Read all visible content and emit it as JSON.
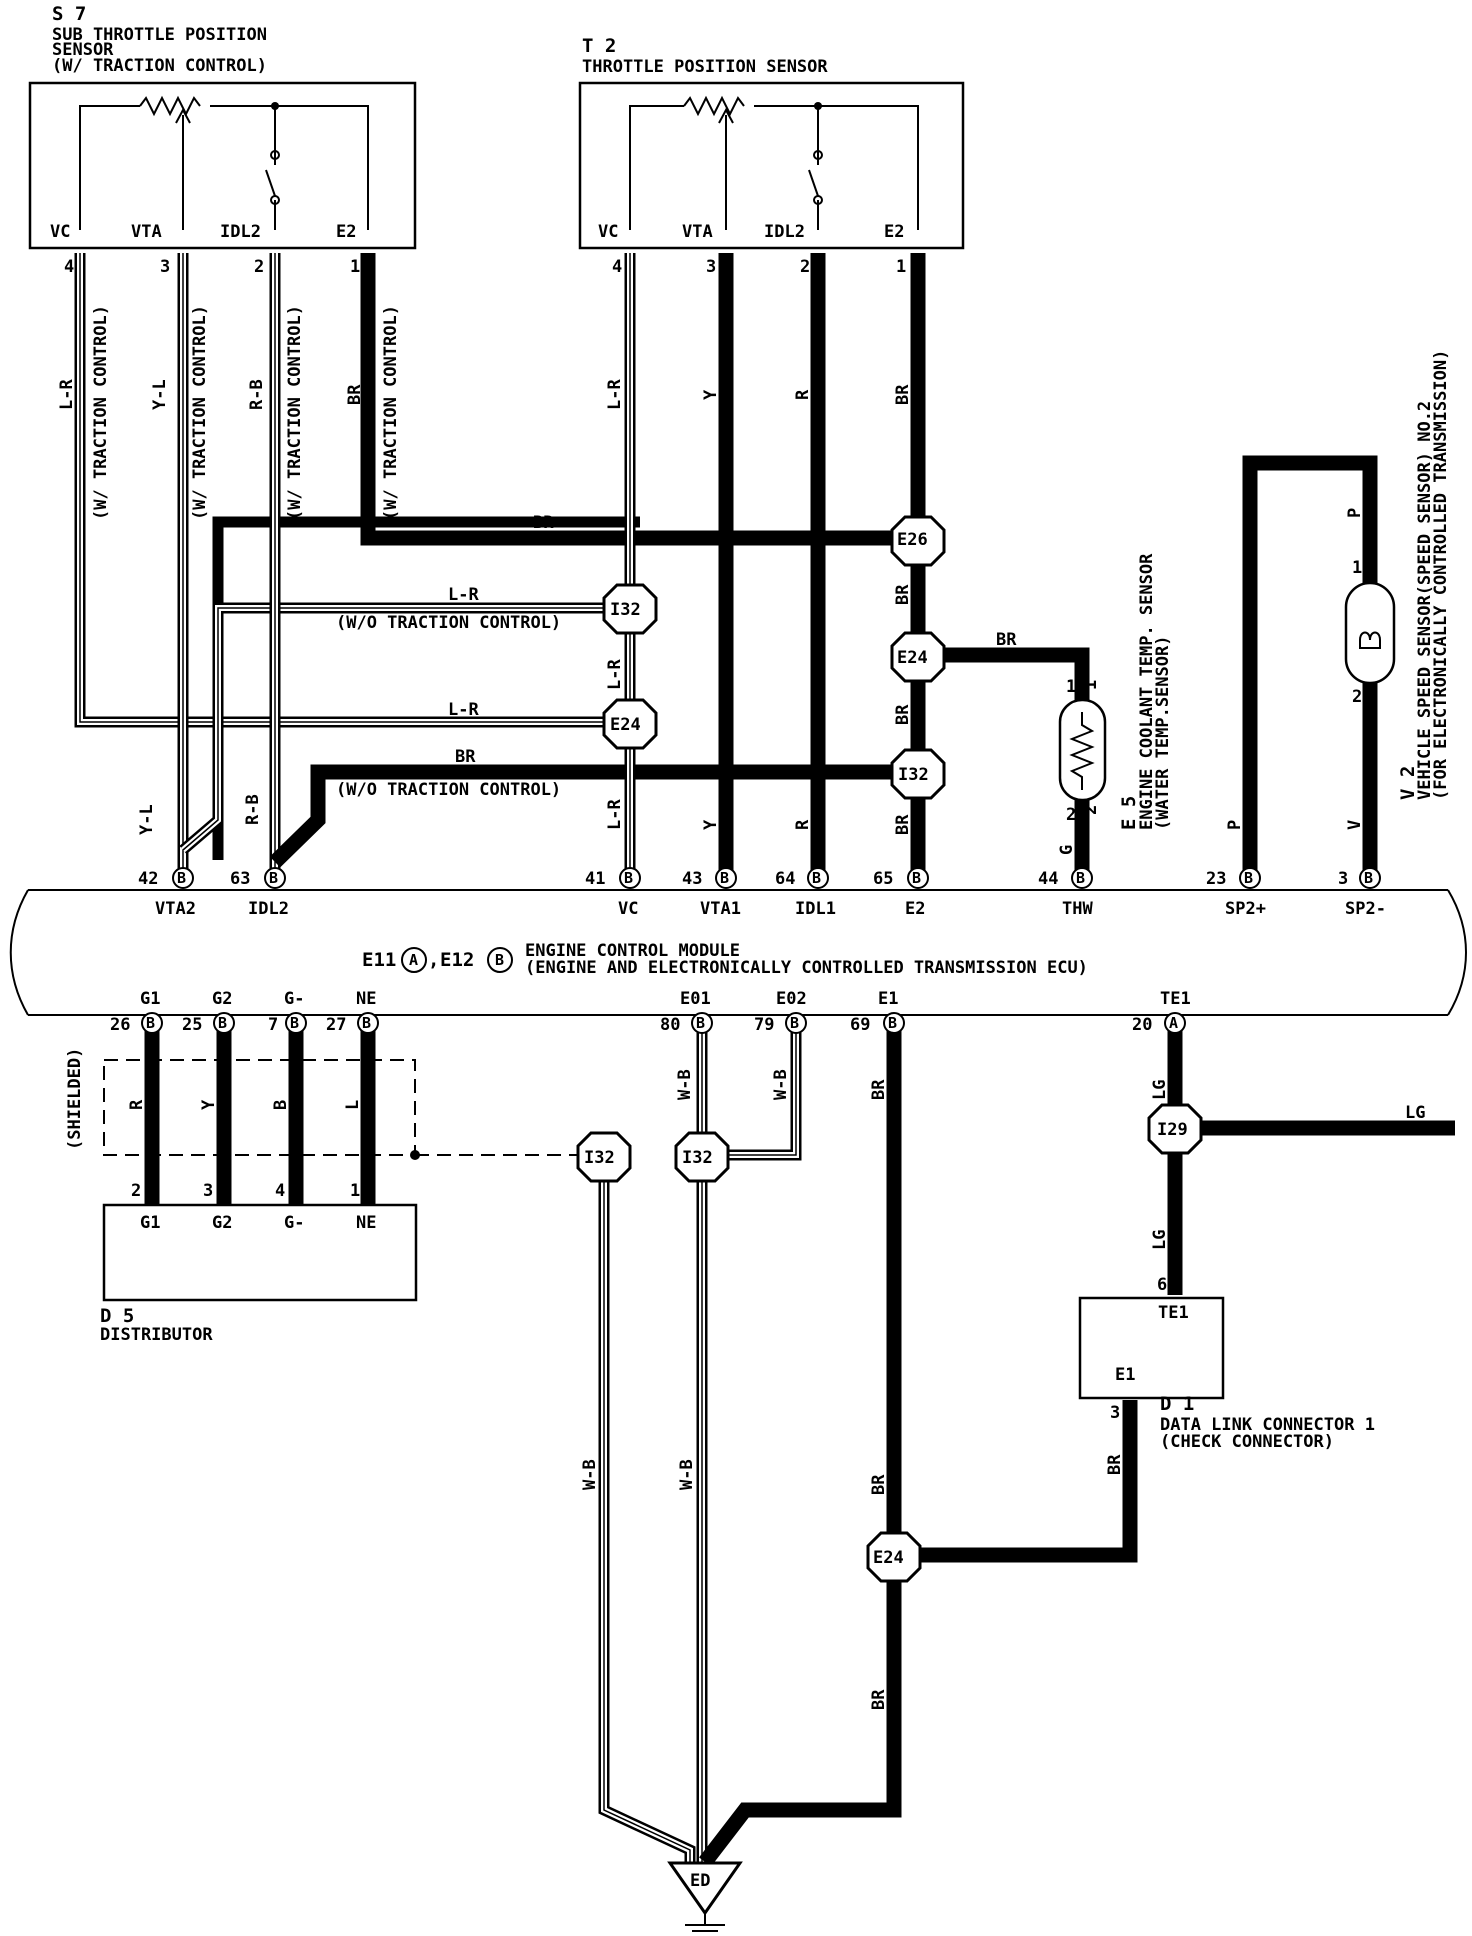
{
  "ecm": {
    "id": "E11",
    "conn_a": "A",
    "sep": ",",
    "id2": "E12",
    "conn_b": "B",
    "title": "ENGINE CONTROL MODULE",
    "subtitle": "(ENGINE AND ELECTRONICALLY CONTROLLED TRANSMISSION ECU)"
  },
  "components": {
    "s7": {
      "id": "S 7",
      "name1": "SUB THROTTLE POSITION",
      "name2": "SENSOR",
      "name3": "(W/ TRACTION CONTROL)",
      "pins": [
        "VC",
        "VTA",
        "IDL2",
        "E2"
      ]
    },
    "t2": {
      "id": "T 2",
      "name": "THROTTLE POSITION SENSOR",
      "pins": [
        "VC",
        "VTA",
        "IDL2",
        "E2"
      ]
    },
    "e5": {
      "id": "E 5",
      "name1": "ENGINE COOLANT TEMP. SENSOR",
      "name2": "(WATER TEMP.SENSOR)"
    },
    "v2": {
      "id": "V 2",
      "name1": "VEHICLE SPEED SENSOR(SPEED SENSOR) NO.2",
      "name2": "(FOR ELECTRONICALLY CONTROLLED TRANSMISSION)"
    },
    "d5": {
      "id": "D 5",
      "name": "DISTRIBUTOR",
      "pins": [
        "G1",
        "G2",
        "G-",
        "NE"
      ]
    },
    "d1": {
      "id": "D 1",
      "name1": "DATA LINK CONNECTOR 1",
      "name2": "(CHECK CONNECTOR)",
      "pin_te1": "TE1",
      "pin_e1": "E1"
    }
  },
  "top_pins": [
    {
      "num": "42",
      "conn": "B",
      "name": "VTA2"
    },
    {
      "num": "63",
      "conn": "B",
      "name": "IDL2"
    },
    {
      "num": "41",
      "conn": "B",
      "name": "VC"
    },
    {
      "num": "43",
      "conn": "B",
      "name": "VTA1"
    },
    {
      "num": "64",
      "conn": "B",
      "name": "IDL1"
    },
    {
      "num": "65",
      "conn": "B",
      "name": "E2"
    },
    {
      "num": "44",
      "conn": "B",
      "name": "THW"
    },
    {
      "num": "23",
      "conn": "B",
      "name": "SP2+"
    },
    {
      "num": "3",
      "conn": "B",
      "name": "SP2-"
    }
  ],
  "bottom_pins": [
    {
      "num": "26",
      "conn": "B",
      "name": "G1"
    },
    {
      "num": "25",
      "conn": "B",
      "name": "G2"
    },
    {
      "num": "7",
      "conn": "B",
      "name": "G-"
    },
    {
      "num": "27",
      "conn": "B",
      "name": "NE"
    },
    {
      "num": "80",
      "conn": "B",
      "name": "E01"
    },
    {
      "num": "79",
      "conn": "B",
      "name": "E02"
    },
    {
      "num": "69",
      "conn": "B",
      "name": "E1"
    },
    {
      "num": "20",
      "conn": "A",
      "name": "TE1"
    }
  ],
  "splices": [
    "E26",
    "I32",
    "E24",
    "E24",
    "I32",
    "I32",
    "I32",
    "I29",
    "E24"
  ],
  "ground": "ED",
  "wire_colors": [
    "L-R",
    "Y-L",
    "R-B",
    "BR",
    "Y",
    "R",
    "G",
    "P",
    "V",
    "B",
    "L",
    "W-B",
    "LG"
  ],
  "wire_notes": {
    "with_tc": "(W/ TRACTION CONTROL)",
    "without_tc": "(W/O TRACTION CONTROL)",
    "shielded": "(SHIELDED)"
  },
  "pin_numbers": {
    "s7": [
      "4",
      "3",
      "2",
      "1"
    ],
    "t2": [
      "4",
      "3",
      "2",
      "1"
    ],
    "e5": [
      "1",
      "2"
    ],
    "v2": [
      "1",
      "2"
    ],
    "d5": [
      "2",
      "3",
      "4",
      "1"
    ],
    "d1": [
      "6",
      "3"
    ]
  }
}
